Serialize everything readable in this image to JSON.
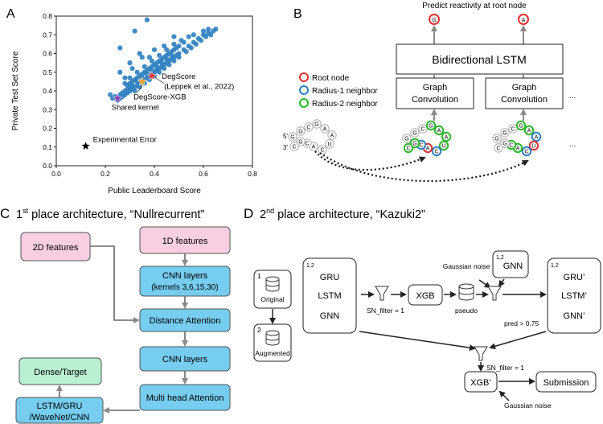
{
  "panels": {
    "a": {
      "letter": "A",
      "chart_data": {
        "type": "scatter",
        "xlabel": "Public Leaderboard Score",
        "ylabel": "Private Test Set Score",
        "xlim": [
          0.0,
          0.8
        ],
        "ylim": [
          0.0,
          0.8
        ],
        "xticks": [
          "0.0",
          "0.2",
          "0.4",
          "0.6",
          "0.8"
        ],
        "yticks": [
          "0.0",
          "0.1",
          "0.2",
          "0.3",
          "0.4",
          "0.5",
          "0.6",
          "0.7",
          "0.8"
        ],
        "point_color": "#2d7fc0",
        "points": [
          [
            0.25,
            0.35
          ],
          [
            0.26,
            0.36
          ],
          [
            0.27,
            0.37
          ],
          [
            0.28,
            0.38
          ],
          [
            0.29,
            0.39
          ],
          [
            0.3,
            0.4
          ],
          [
            0.31,
            0.41
          ],
          [
            0.32,
            0.42
          ],
          [
            0.33,
            0.43
          ],
          [
            0.34,
            0.44
          ],
          [
            0.35,
            0.45
          ],
          [
            0.36,
            0.46
          ],
          [
            0.37,
            0.47
          ],
          [
            0.38,
            0.48
          ],
          [
            0.39,
            0.49
          ],
          [
            0.4,
            0.5
          ],
          [
            0.41,
            0.51
          ],
          [
            0.42,
            0.52
          ],
          [
            0.43,
            0.53
          ],
          [
            0.44,
            0.54
          ],
          [
            0.45,
            0.55
          ],
          [
            0.46,
            0.56
          ],
          [
            0.47,
            0.57
          ],
          [
            0.48,
            0.58
          ],
          [
            0.49,
            0.59
          ],
          [
            0.5,
            0.6
          ],
          [
            0.52,
            0.62
          ],
          [
            0.54,
            0.64
          ],
          [
            0.56,
            0.66
          ],
          [
            0.58,
            0.68
          ],
          [
            0.6,
            0.7
          ],
          [
            0.62,
            0.71
          ],
          [
            0.64,
            0.72
          ],
          [
            0.65,
            0.73
          ],
          [
            0.27,
            0.39
          ],
          [
            0.29,
            0.41
          ],
          [
            0.31,
            0.43
          ],
          [
            0.33,
            0.45
          ],
          [
            0.35,
            0.47
          ],
          [
            0.37,
            0.49
          ],
          [
            0.39,
            0.51
          ],
          [
            0.41,
            0.53
          ],
          [
            0.43,
            0.55
          ],
          [
            0.45,
            0.57
          ],
          [
            0.47,
            0.59
          ],
          [
            0.3,
            0.44
          ],
          [
            0.32,
            0.46
          ],
          [
            0.34,
            0.48
          ],
          [
            0.36,
            0.5
          ],
          [
            0.38,
            0.52
          ],
          [
            0.4,
            0.54
          ],
          [
            0.42,
            0.56
          ],
          [
            0.44,
            0.58
          ],
          [
            0.46,
            0.6
          ],
          [
            0.48,
            0.62
          ],
          [
            0.5,
            0.64
          ],
          [
            0.52,
            0.66
          ],
          [
            0.26,
            0.38
          ],
          [
            0.28,
            0.4
          ],
          [
            0.3,
            0.42
          ],
          [
            0.32,
            0.4
          ],
          [
            0.34,
            0.42
          ],
          [
            0.36,
            0.44
          ],
          [
            0.38,
            0.46
          ],
          [
            0.4,
            0.48
          ],
          [
            0.42,
            0.5
          ],
          [
            0.44,
            0.52
          ],
          [
            0.46,
            0.54
          ],
          [
            0.48,
            0.56
          ],
          [
            0.5,
            0.58
          ],
          [
            0.53,
            0.61
          ],
          [
            0.55,
            0.63
          ],
          [
            0.57,
            0.65
          ],
          [
            0.59,
            0.67
          ],
          [
            0.61,
            0.69
          ],
          [
            0.63,
            0.7
          ],
          [
            0.24,
            0.37
          ],
          [
            0.23,
            0.36
          ],
          [
            0.22,
            0.38
          ],
          [
            0.28,
            0.44
          ],
          [
            0.3,
            0.47
          ],
          [
            0.33,
            0.5
          ],
          [
            0.36,
            0.53
          ],
          [
            0.39,
            0.56
          ],
          [
            0.42,
            0.59
          ],
          [
            0.45,
            0.62
          ],
          [
            0.48,
            0.65
          ],
          [
            0.51,
            0.67
          ],
          [
            0.54,
            0.69
          ],
          [
            0.34,
            0.6
          ],
          [
            0.3,
            0.55
          ],
          [
            0.26,
            0.5
          ],
          [
            0.4,
            0.62
          ],
          [
            0.38,
            0.58
          ],
          [
            0.44,
            0.64
          ],
          [
            0.35,
            0.58
          ],
          [
            0.31,
            0.52
          ],
          [
            0.28,
            0.47
          ],
          [
            0.32,
            0.72
          ],
          [
            0.26,
            0.63
          ],
          [
            0.48,
            0.69
          ],
          [
            0.56,
            0.7
          ],
          [
            0.6,
            0.72
          ],
          [
            0.62,
            0.73
          ],
          [
            0.37,
            0.78
          ],
          [
            0.29,
            0.43
          ],
          [
            0.31,
            0.45
          ],
          [
            0.33,
            0.47
          ],
          [
            0.35,
            0.49
          ],
          [
            0.37,
            0.51
          ],
          [
            0.39,
            0.53
          ],
          [
            0.41,
            0.55
          ],
          [
            0.43,
            0.57
          ],
          [
            0.45,
            0.59
          ],
          [
            0.47,
            0.61
          ],
          [
            0.49,
            0.63
          ]
        ],
        "highlights": [
          {
            "label": "DegScore",
            "sublabel": "(Leppek et al., 2022)",
            "x": 0.39,
            "y": 0.48,
            "color": "#e03030"
          },
          {
            "label": "DegScore-XGB",
            "x": 0.35,
            "y": 0.45,
            "color": "#f0a030"
          },
          {
            "label": "Shared kernel",
            "x": 0.25,
            "y": 0.36,
            "color": "#8a3dbb"
          },
          {
            "label": "Experimental Error",
            "x": 0.12,
            "y": 0.105,
            "color": "#000000"
          }
        ]
      }
    },
    "b": {
      "letter": "B",
      "title": "Predict reactivity at root node",
      "lstm_label": "Bidirectional LSTM",
      "gc_label_1": "Graph",
      "gc_label_2": "Convolution",
      "ellipsis": "...",
      "legend": [
        {
          "label": "Root node",
          "color": "#e03030"
        },
        {
          "label": "Radius-1 neighbor",
          "color": "#2d7fc0"
        },
        {
          "label": "Radius-2 neighbor",
          "color": "#2ab52a"
        }
      ],
      "output_nodes": [
        "G",
        "A"
      ],
      "five_prime": "5'",
      "three_prime": "3'",
      "rna_letters": [
        "G",
        "G",
        "C",
        "G",
        "A",
        "A",
        "U",
        "C",
        "A",
        "C",
        "G",
        "C"
      ]
    },
    "c": {
      "letter": "C",
      "title_pre": "1",
      "title_sup": "st",
      "title_post": " place architecture, “Nullrecurrent”",
      "boxes": {
        "features_2d": "2D features",
        "features_1d": "1D features",
        "cnn1_line1": "CNN layers",
        "cnn1_line2": "(kernels 3,6,15,30)",
        "distance_attention": "Distance Attention",
        "cnn2": "CNN layers",
        "multi_head": "Multi head Attention",
        "dense": "Dense/Target",
        "lstm_line1": "LSTM/GRU",
        "lstm_line2": "/WaveNet/CNN"
      },
      "colors": {
        "pink": "#f7cfe1",
        "blue": "#76cdf0",
        "green": "#b9f0d2"
      }
    },
    "d": {
      "letter": "D",
      "title_pre": "2",
      "title_sup": "nd",
      "title_post": " place architecture, “Kazuki2”",
      "original": "Original",
      "original_num": "1",
      "augmented": "Augmented",
      "augmented_num": "2",
      "models": [
        "GRU",
        "LSTM",
        "GNN"
      ],
      "models_sup": "1,2",
      "sn_filter_1": "SN_filter = 1",
      "xgb": "XGB",
      "pseudo": "pseudo",
      "gaussian_noise": "Gaussian noise",
      "gnn": "GNN",
      "gnn_sup": "1,2",
      "models_prime": [
        "GRU’",
        "LSTM’",
        "GNN’"
      ],
      "models_prime_sup": "1,2",
      "pred_threshold": "pred > 0.75",
      "sn_filter_2": "SN_filter = 1",
      "xgb_prime": "XGB’",
      "submission": "Submission",
      "gaussian_noise_2": "Gaussian noise"
    }
  }
}
